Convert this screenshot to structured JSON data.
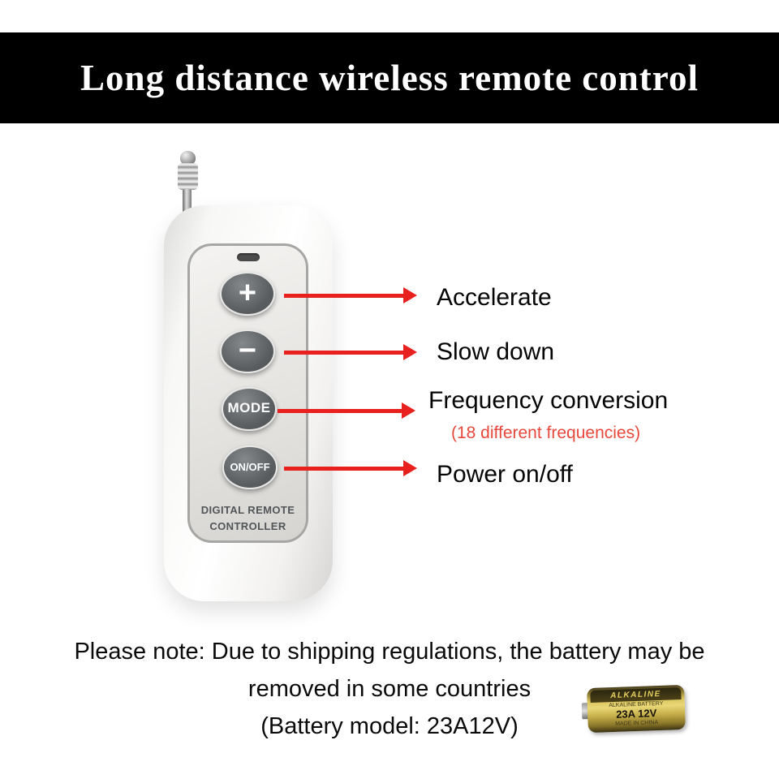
{
  "banner": {
    "title": "Long distance wireless remote control"
  },
  "remote": {
    "buttons": [
      "+",
      "−",
      "MODE",
      "ON/OFF"
    ],
    "brand_line1": "DIGITAL REMOTE",
    "brand_line2": "CONTROLLER"
  },
  "annotations": [
    {
      "label": "Accelerate"
    },
    {
      "label": "Slow down"
    },
    {
      "label": "Frequency conversion",
      "sub": "(18 different frequencies)"
    },
    {
      "label": "Power on/off"
    }
  ],
  "note": {
    "line1": "Please note: Due to shipping regulations, the battery may be",
    "line2": "removed in some countries",
    "line3": "(Battery model: 23A12V)"
  },
  "battery": {
    "brand": "ALKALINE",
    "type": "ALKALINE BATTERY",
    "model": "23A 12V",
    "origin": "MADE IN CHINA"
  },
  "colors": {
    "banner_bg": "#000000",
    "arrow_red": "#e8201e",
    "sub_text_red": "#e8473c"
  }
}
